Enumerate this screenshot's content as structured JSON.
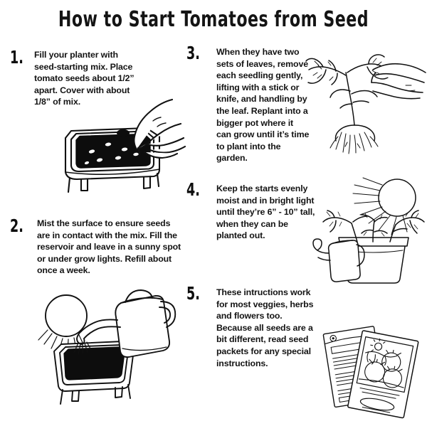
{
  "poster": {
    "title": "How to Start Tomatoes from Seed",
    "background_color": "#ffffff",
    "ink_color": "#111111"
  },
  "steps": [
    {
      "number": "1.",
      "text": "Fill your planter with\nseed-starting mix.  Place\ntomato seeds about 1/2”\napart. Cover with about\n1/8” of mix.",
      "illustration": "hand-placing-seeds-in-planter"
    },
    {
      "number": "2.",
      "text": "Mist the surface to ensure seeds\nare in contact with the mix.  Fill the\nreservoir and leave in a sunny spot\nor under grow lights.  Refill about\nonce a week.",
      "illustration": "watering-can-sun-and-planter"
    },
    {
      "number": "3.",
      "text": "When they have two\nsets of leaves, remove\neach seedling gently,\nlifting with a stick or\nknife, and handling by\nthe leaf.  Replant into a\nbigger pot where it\ncan grow until it’s time\nto plant into the\ngarden.",
      "illustration": "hand-holding-seedling-with-roots"
    },
    {
      "number": "4.",
      "text": "Keep the starts evenly\nmoist and in bright light\nuntil they’re 6” - 10” tall,\nwhen they can be\nplanted out.",
      "illustration": "potted-tomato-plants-with-sun-and-watering-can"
    },
    {
      "number": "5.",
      "text": "These intructions work\nfor most veggies, herbs\nand flowers too.\nBecause all seeds are a\nbit different, read seed\npackets for any special\ninstructions.",
      "illustration": "two-seed-packets"
    }
  ]
}
